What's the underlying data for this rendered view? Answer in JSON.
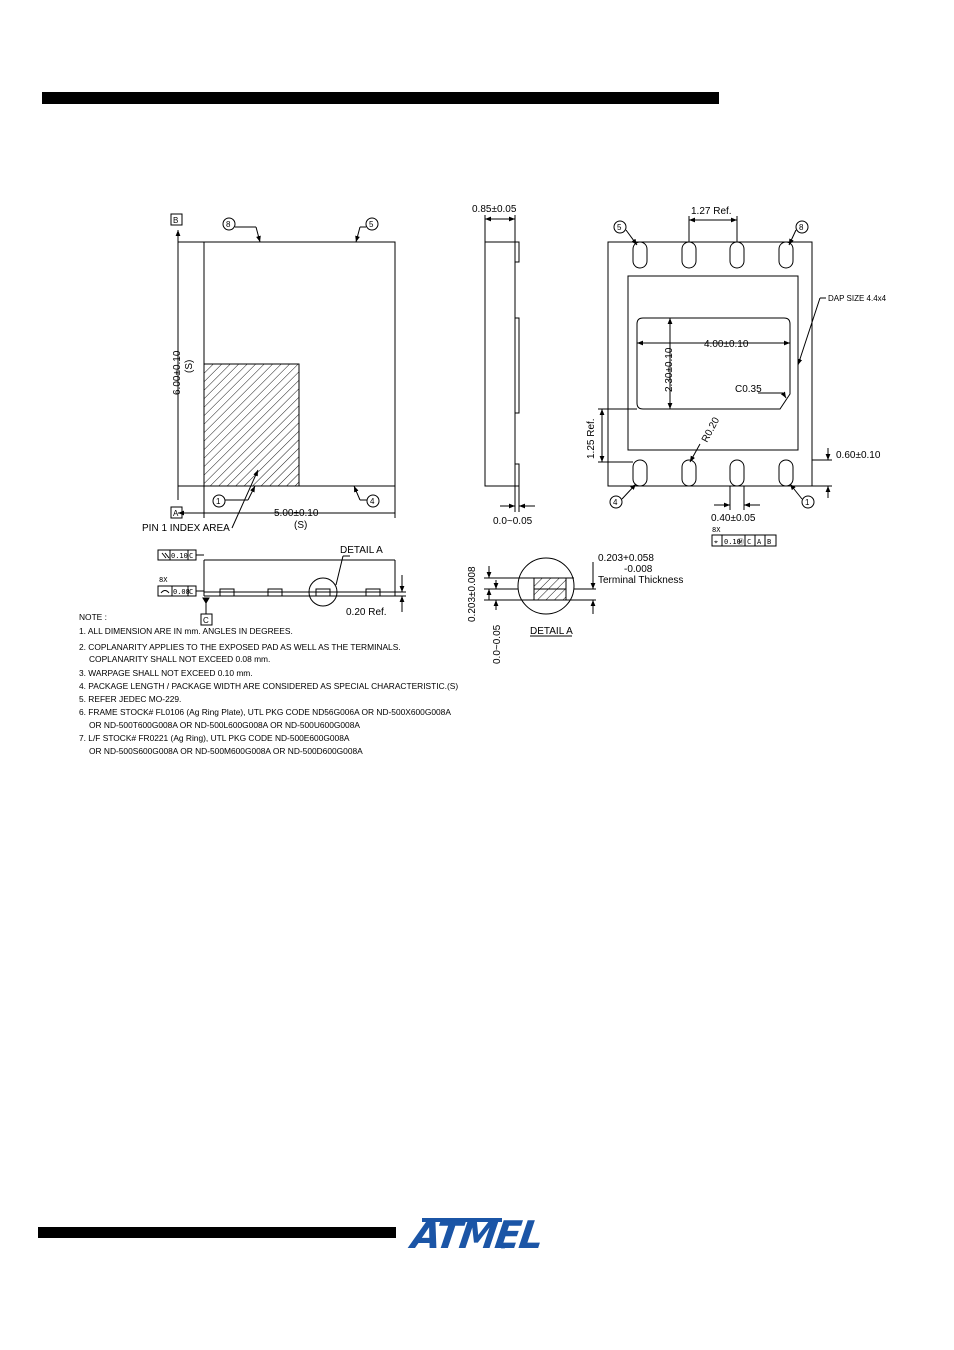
{
  "header_bar": {},
  "footer_bar": {},
  "top_view": {
    "datum_b": "B",
    "datum_a": "A",
    "pin8_label": "8",
    "pin5_label": "5",
    "pin1_label": "1",
    "pin4_label": "4",
    "height_dim": "6.00±0.10",
    "height_dim_s": "(S)",
    "width_dim": "5.00±0.10",
    "width_dim_s": "(S)",
    "pin1_index": "PIN 1 INDEX AREA"
  },
  "side_view": {
    "thickness_dim": "0.85±0.05",
    "standoff_dim": "0.0~0.05"
  },
  "bottom_view": {
    "pitch_dim": "1.27 Ref.",
    "pin5_label": "5",
    "pin8_label": "8",
    "pin4_label": "4",
    "pin1_label": "1",
    "dap_label": "DAP SIZE 4.4x4",
    "dap_width": "4.00±0.10",
    "dap_height": "2.30±0.10",
    "chamfer": "C0.35",
    "radius": "R0.20",
    "offset_dim": "1.25 Ref.",
    "lead_length": "0.60±0.10",
    "lead_width": "0.40±0.05",
    "tol_count": "8X",
    "tol_frame": [
      "⌖",
      "0.10",
      "Ⓜ",
      "C",
      "A",
      "B"
    ]
  },
  "front_view": {
    "parallel_tol": "0.10",
    "parallel_datum": "C",
    "coplanar_count": "8X",
    "coplanar_tol": "0.08",
    "coplanar_datum": "C",
    "datum_c": "C",
    "detail_callout": "DETAIL A",
    "lead_ref": "0.20 Ref."
  },
  "detail_a": {
    "thickness_value": "0.203+0.058",
    "thickness_minus": "-0.008",
    "thickness_label": "Terminal Thickness",
    "vert_dim_1": "0.203±0.008",
    "vert_dim_2": "0.0~0.05",
    "title": "DETAIL A"
  },
  "notes": {
    "heading": "NOTE :",
    "items": [
      "1. ALL DIMENSION ARE IN mm. ANGLES IN DEGREES.",
      "2. COPLANARITY APPLIES TO THE EXPOSED PAD AS WELL AS THE TERMINALS.",
      "COPLANARITY SHALL NOT EXCEED 0.08 mm.",
      "3. WARPAGE SHALL NOT EXCEED 0.10 mm.",
      "4. PACKAGE LENGTH / PACKAGE WIDTH ARE CONSIDERED AS SPECIAL CHARACTERISTIC.(S)",
      "5. REFER JEDEC MO-229.",
      "6. FRAME STOCK# FL0106 (Ag Ring Plate), UTL PKG CODE ND56G006A OR ND-500X600G008A",
      "OR ND-500T600G008A OR ND-500L600G008A OR ND-500U600G008A",
      "7. L/F STOCK# FR0221 (Ag Ring), UTL PKG CODE ND-500E600G008A",
      "OR ND-500S600G008A OR ND-500M600G008A OR ND-500D600G008A"
    ]
  },
  "logo": {
    "text": "ATMEL",
    "registered": "®",
    "color": "#1b55a6"
  }
}
